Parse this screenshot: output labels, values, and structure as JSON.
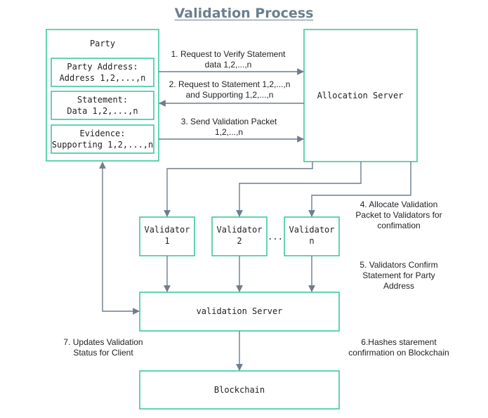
{
  "title": "Validation Process",
  "colors": {
    "box_border": "#3cc9a0",
    "arrow": "#6d7d8b",
    "title": "#6b7f8e"
  },
  "nodes": {
    "party": "Party",
    "party_address": [
      "Party Address:",
      "Address 1,2,...,n"
    ],
    "statement": [
      "Statement:",
      "Data 1,2,...,n"
    ],
    "evidence": [
      "Evidence:",
      "Supporting 1,2,...,n"
    ],
    "allocation_server": "Allocation Server",
    "validator_1": [
      "Validator",
      "1"
    ],
    "validator_2": [
      "Validator",
      "2"
    ],
    "validator_n": [
      "Validator",
      "n"
    ],
    "ellipsis": "...",
    "validation_server": "validation Server",
    "blockchain": "Blockchain"
  },
  "steps": {
    "step1": [
      "1. Request to Verify Statement",
      "data 1,2,...,n"
    ],
    "step2": [
      "2. Request to Statement 1,2,...,n",
      "and Supporting 1,2,...,n"
    ],
    "step3": [
      "3. Send Validation Packet",
      "1,2,...,n"
    ],
    "step4": [
      "4. Allocate Validation",
      "Packet to Validators for",
      "confimation"
    ],
    "step5": [
      "5. Validators Confirm",
      "Statement for Party",
      "Address"
    ],
    "step6": [
      "6.Hashes starement",
      "confirmation on Blockchain"
    ],
    "step7": [
      "7. Updates Validation",
      "Status for Client"
    ]
  }
}
